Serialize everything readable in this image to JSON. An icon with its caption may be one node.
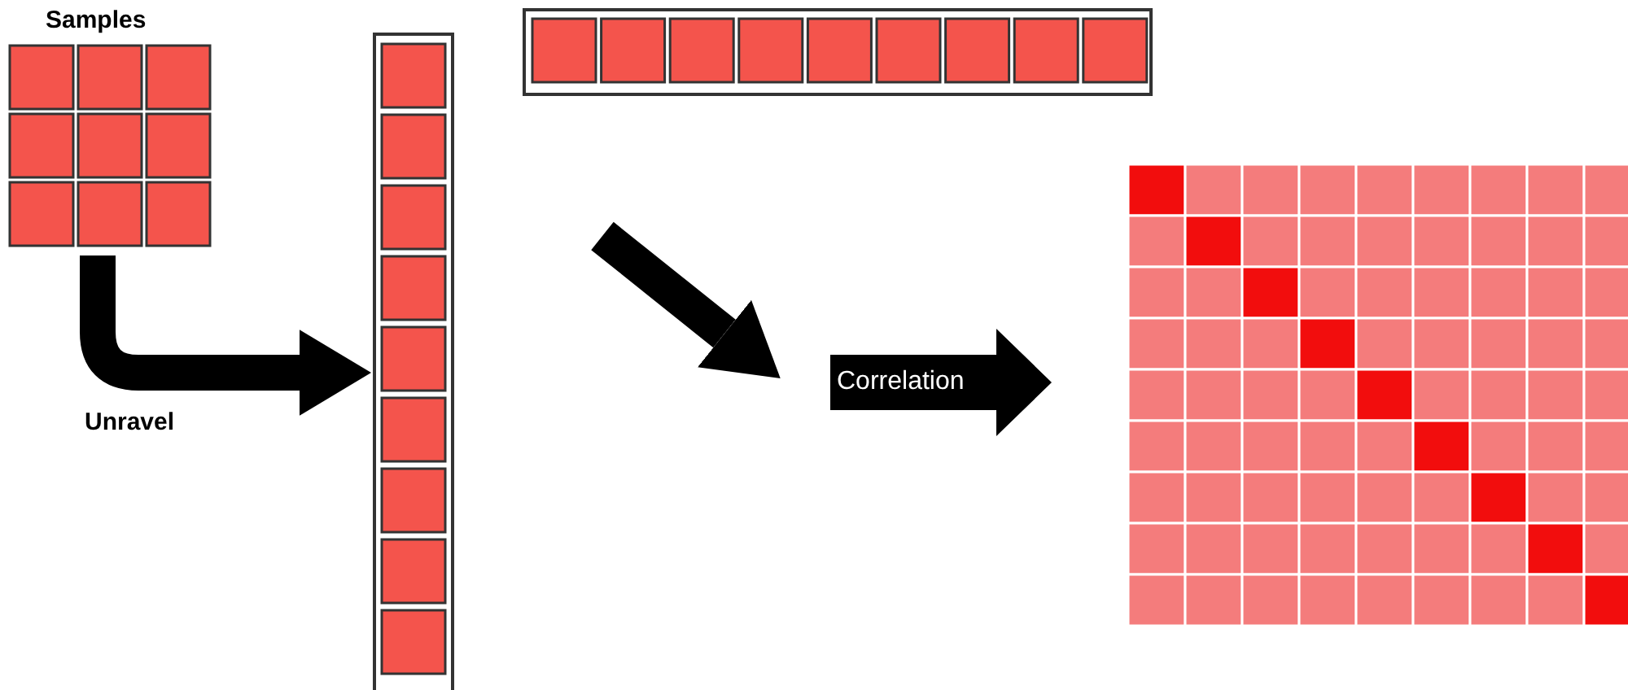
{
  "diagram": {
    "nodes": [
      {
        "text": [
          "Samples"
        ]
      },
      {
        "text": [],
        "shape": "box"
      },
      {
        "text": [],
        "shape": "box"
      },
      {
        "text": [
          "Correlation"
        ]
      },
      {
        "text": [],
        "shape": "box"
      }
    ],
    "edges": [
      {
        "from": 0,
        "to": 1,
        "arrow": "to",
        "label": "Unravel"
      },
      {
        "from": null,
        "to": 3,
        "arrow": "to"
      }
    ]
  }
}
